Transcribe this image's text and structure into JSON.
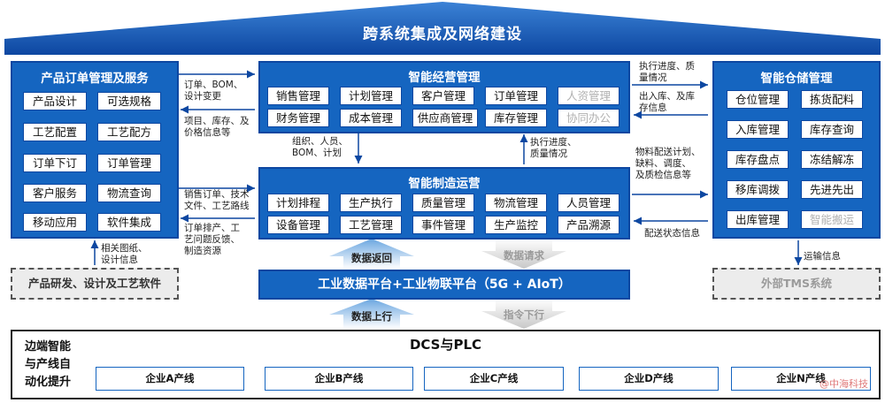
{
  "roof": {
    "title": "跨系统集成及网络建设"
  },
  "left_panel": {
    "title": "产品订单管理及服务",
    "items": [
      "产品设计",
      "可选规格",
      "工艺配置",
      "工艺配方",
      "订单下订",
      "订单管理",
      "客户服务",
      "物流查询",
      "移动应用",
      "软件集成"
    ]
  },
  "center_top": {
    "title": "智能经营管理",
    "items": [
      "销售管理",
      "计划管理",
      "客户管理",
      "订单管理",
      "人资管理",
      "财务管理",
      "成本管理",
      "供应商管理",
      "库存管理",
      "协同办公"
    ],
    "grey_items": [
      "人资管理",
      "协同办公"
    ]
  },
  "center_mid": {
    "title": "智能制造运营",
    "items": [
      "计划排程",
      "生产执行",
      "质量管理",
      "物流管理",
      "人员管理",
      "设备管理",
      "工艺管理",
      "事件管理",
      "生产监控",
      "产品溯源"
    ]
  },
  "right_panel": {
    "title": "智能仓储管理",
    "items": [
      "仓位管理",
      "拣货配料",
      "入库管理",
      "库存查询",
      "库存盘点",
      "冻结解冻",
      "移库调拨",
      "先进先出",
      "出库管理",
      "智能搬运"
    ],
    "grey_items": [
      "智能搬运"
    ]
  },
  "notes": {
    "left_to_top": "订单、BOM、\n设计变更",
    "top_to_left": "项目、库存、及\n价格信息等",
    "left_to_mid": "销售订单、技术\n文件、工艺路线",
    "mid_to_left": "订单排产、工\n艺问题反馈、\n制造资源",
    "top_to_mid": "组织、人员、\nBOM、计划",
    "mid_to_top": "执行进度、\n质量情况",
    "top_to_right": "执行进度、质\n量情况",
    "right_to_top": "出入库、及库\n存信息",
    "mid_to_right": "物料配送计划、\n缺料、调度、\n及质检信息等",
    "right_to_mid": "配送状态信息",
    "design_to_left": "相关图纸、\n设计信息",
    "right_to_tms": "运输信息"
  },
  "design_box": {
    "label": "产品研发、设计及工艺软件"
  },
  "tms_box": {
    "label": "外部TMS系统"
  },
  "platform": {
    "label": "工业数据平台+工业物联平台（5G + AIoT）"
  },
  "arrows": {
    "data_return": "数据返回",
    "data_request": "数据请求",
    "data_up": "数据上行",
    "command_down": "指令下行"
  },
  "bottom": {
    "side_label": "边端智能\n与产线自\n动化提升",
    "title": "DCS与PLC",
    "lines": [
      "企业A产线",
      "企业B产线",
      "企业C产线",
      "企业D产线",
      "企业N产线"
    ]
  },
  "watermark": "@中海科技",
  "colors": {
    "primary": "#1565c0",
    "dark": "#0d47a1",
    "grey_text": "#b0b0b0"
  }
}
